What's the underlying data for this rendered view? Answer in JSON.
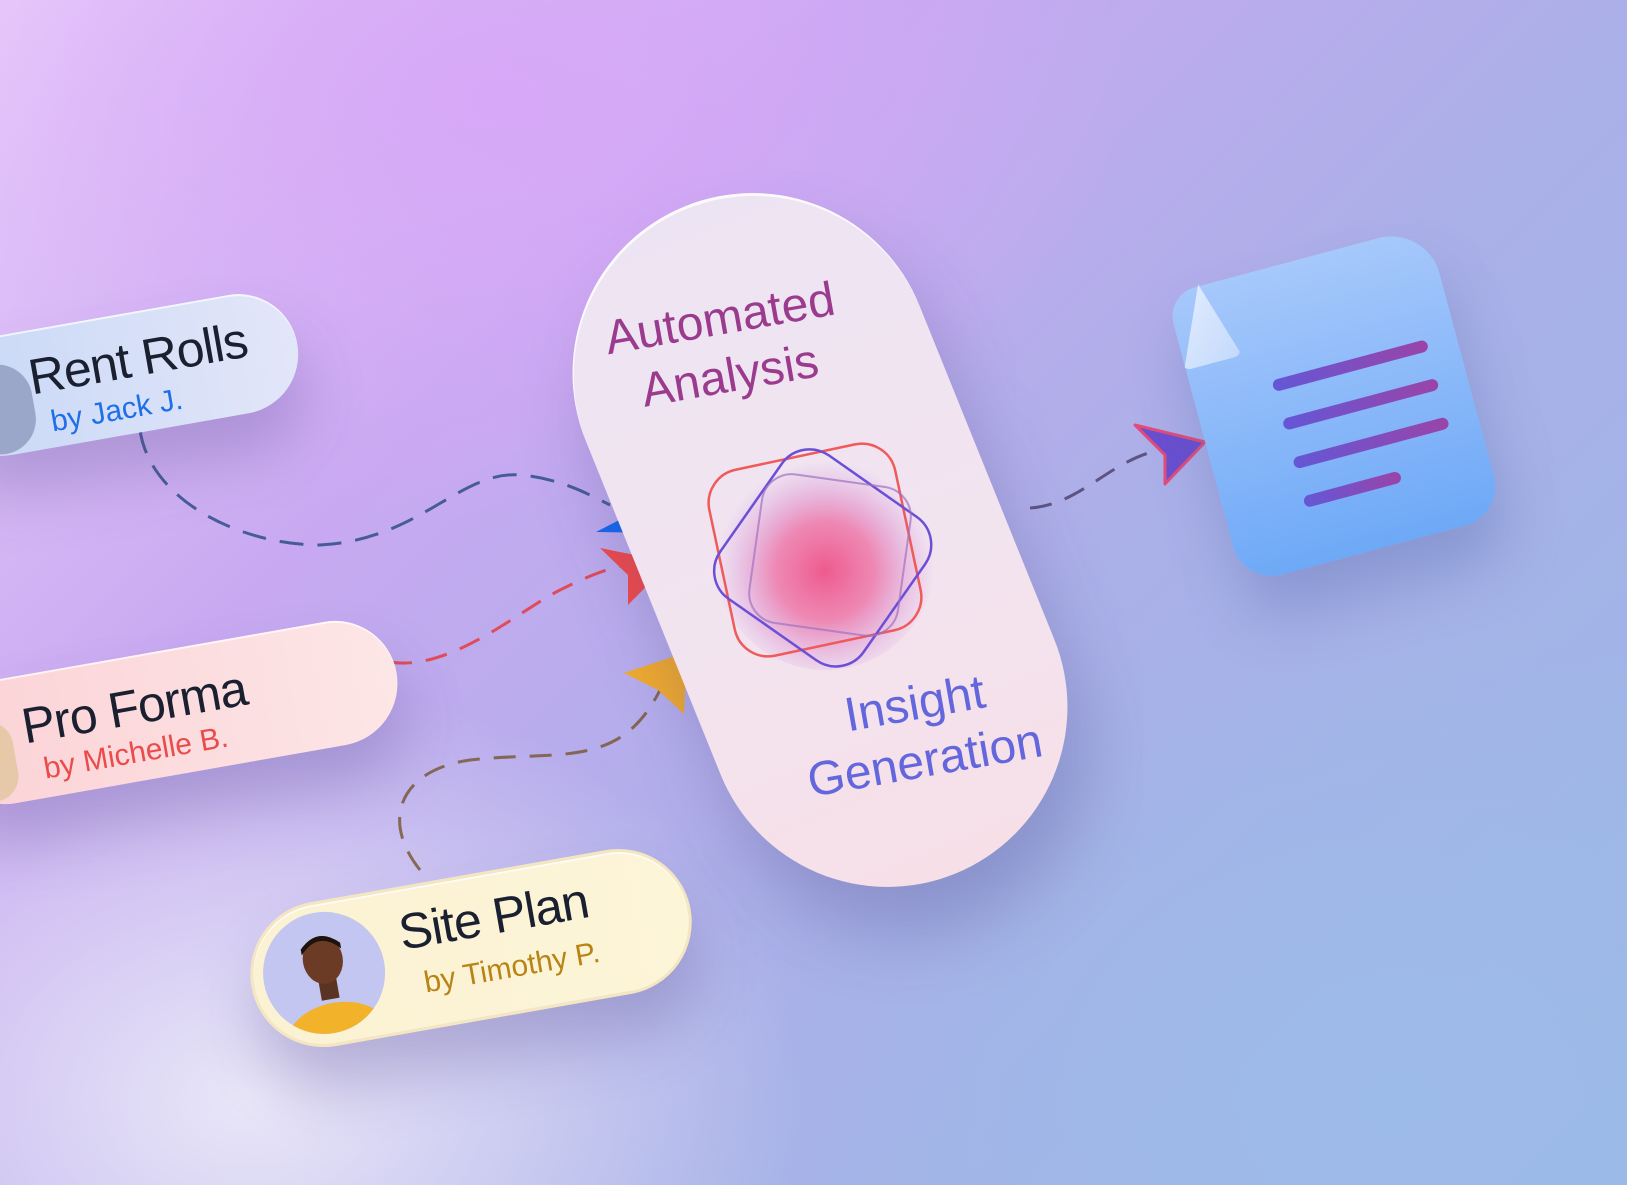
{
  "sources": [
    {
      "title": "Rent Rolls",
      "author": "by Jack J.",
      "accent": "#1f6fe8"
    },
    {
      "title": "Pro Forma",
      "author": "by Michelle B.",
      "accent": "#ea4b4b"
    },
    {
      "title": "Site Plan",
      "author": "by Timothy P.",
      "accent": "#b98416"
    }
  ],
  "process": {
    "top_label": "Automated\nAnalysis",
    "bottom_label": "Insight\nGeneration"
  },
  "output": {
    "icon": "document-icon"
  },
  "colors": {
    "blue_arrow": "#1569f0",
    "red_arrow": "#f04b4b",
    "yellow_arrow": "#f0aa2e",
    "purple_arrow": "#6a4fd0",
    "process_top_text": "#9a3b8e",
    "process_bottom_text": "#6366dc"
  }
}
